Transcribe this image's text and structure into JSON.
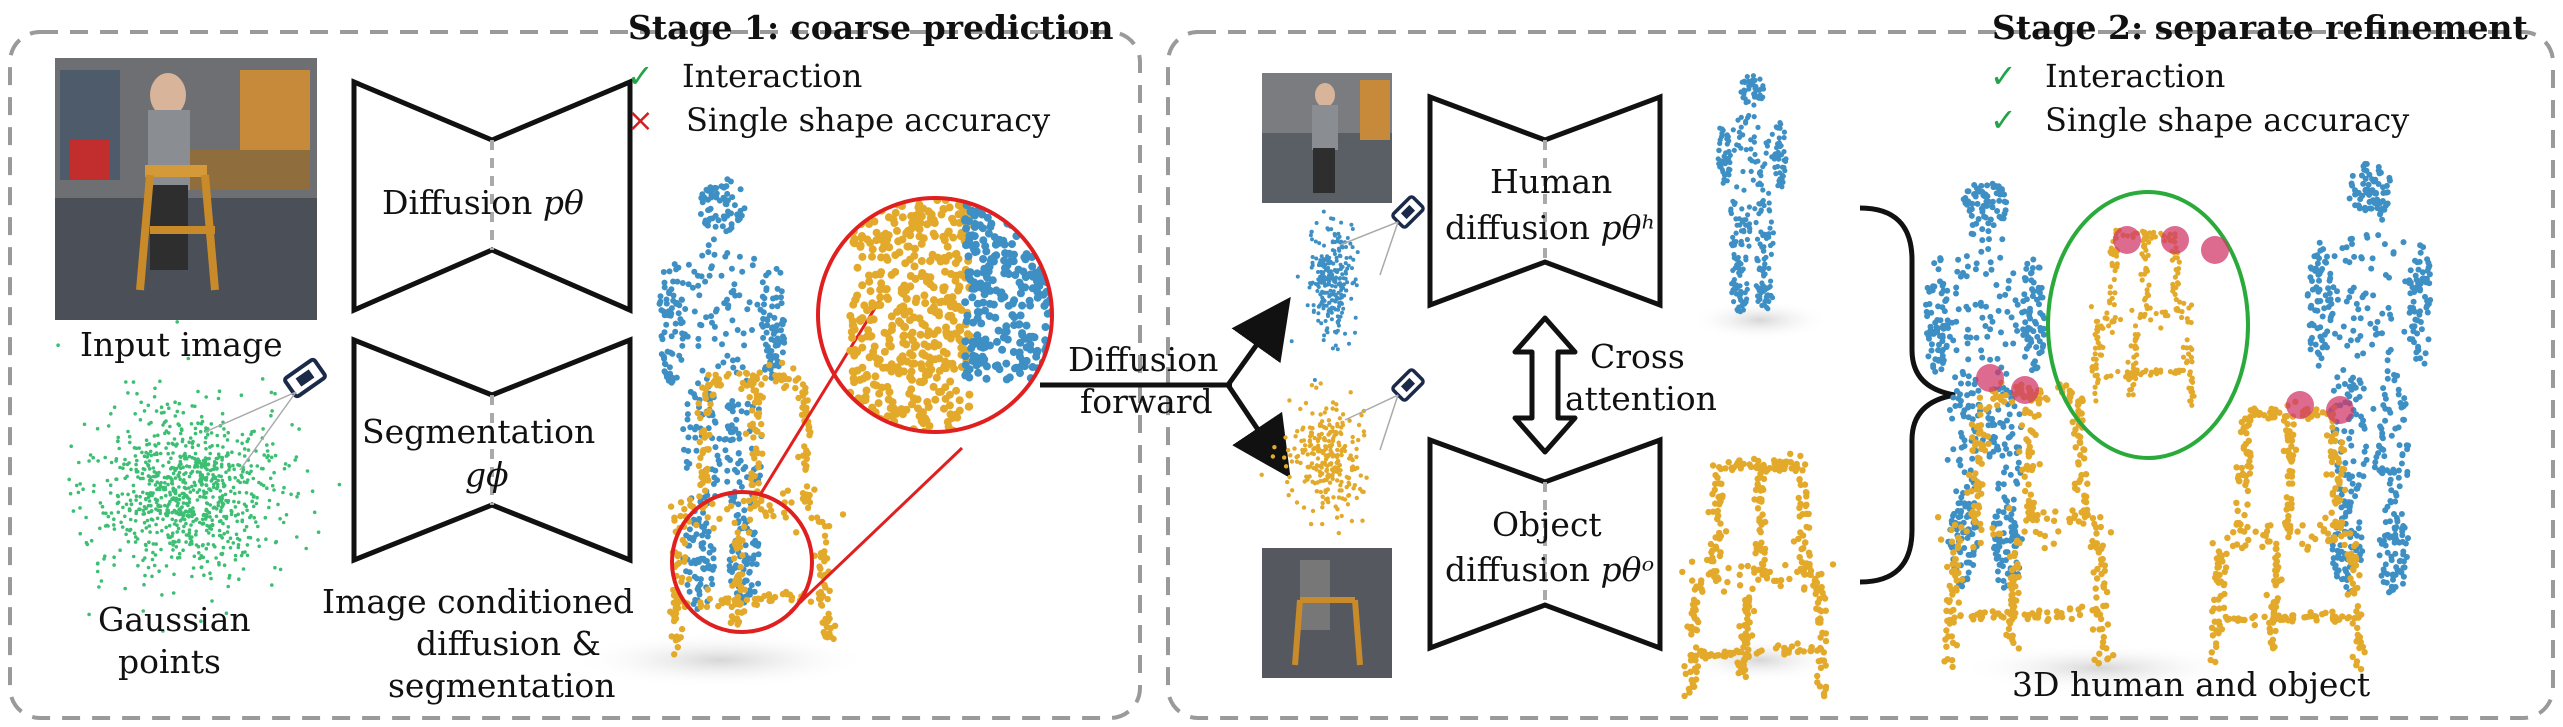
{
  "stage1": {
    "title": "Stage 1: coarse prediction",
    "criteria": [
      {
        "mark": "✓",
        "status": "ok",
        "label": "Interaction"
      },
      {
        "mark": "×",
        "status": "bad",
        "label": "Single shape accuracy"
      }
    ],
    "input_label": "Input image",
    "gaussian_label_1": "Gaussian",
    "gaussian_label_2": "points",
    "diffusion_label": "Diffusion",
    "diffusion_symbol": "pθ",
    "segmentation_label": "Segmentation",
    "segmentation_symbol": "gϕ",
    "caption_1": "Image conditioned",
    "caption_2": "diffusion &",
    "caption_3": "segmentation"
  },
  "middle": {
    "forward_1": "Diffusion",
    "forward_2": "forward"
  },
  "stage2": {
    "title": "Stage 2: separate refinement",
    "criteria": [
      {
        "mark": "✓",
        "status": "ok",
        "label": "Interaction"
      },
      {
        "mark": "✓",
        "status": "ok",
        "label": "Single shape accuracy"
      }
    ],
    "human_label": "Human",
    "human_diffusion": "diffusion",
    "human_symbol": "pθʰ",
    "object_label": "Object",
    "object_diffusion": "diffusion",
    "object_symbol": "pθᵒ",
    "cross_1": "Cross",
    "cross_2": "attention",
    "result_label": "3D human and object"
  },
  "colors": {
    "human": "#3d8fc4",
    "object": "#e3a92a",
    "gaussian": "#3cbf73",
    "highlight_red": "#e02020",
    "highlight_green": "#2aaa3a",
    "dashed": "#9a9a9a"
  }
}
